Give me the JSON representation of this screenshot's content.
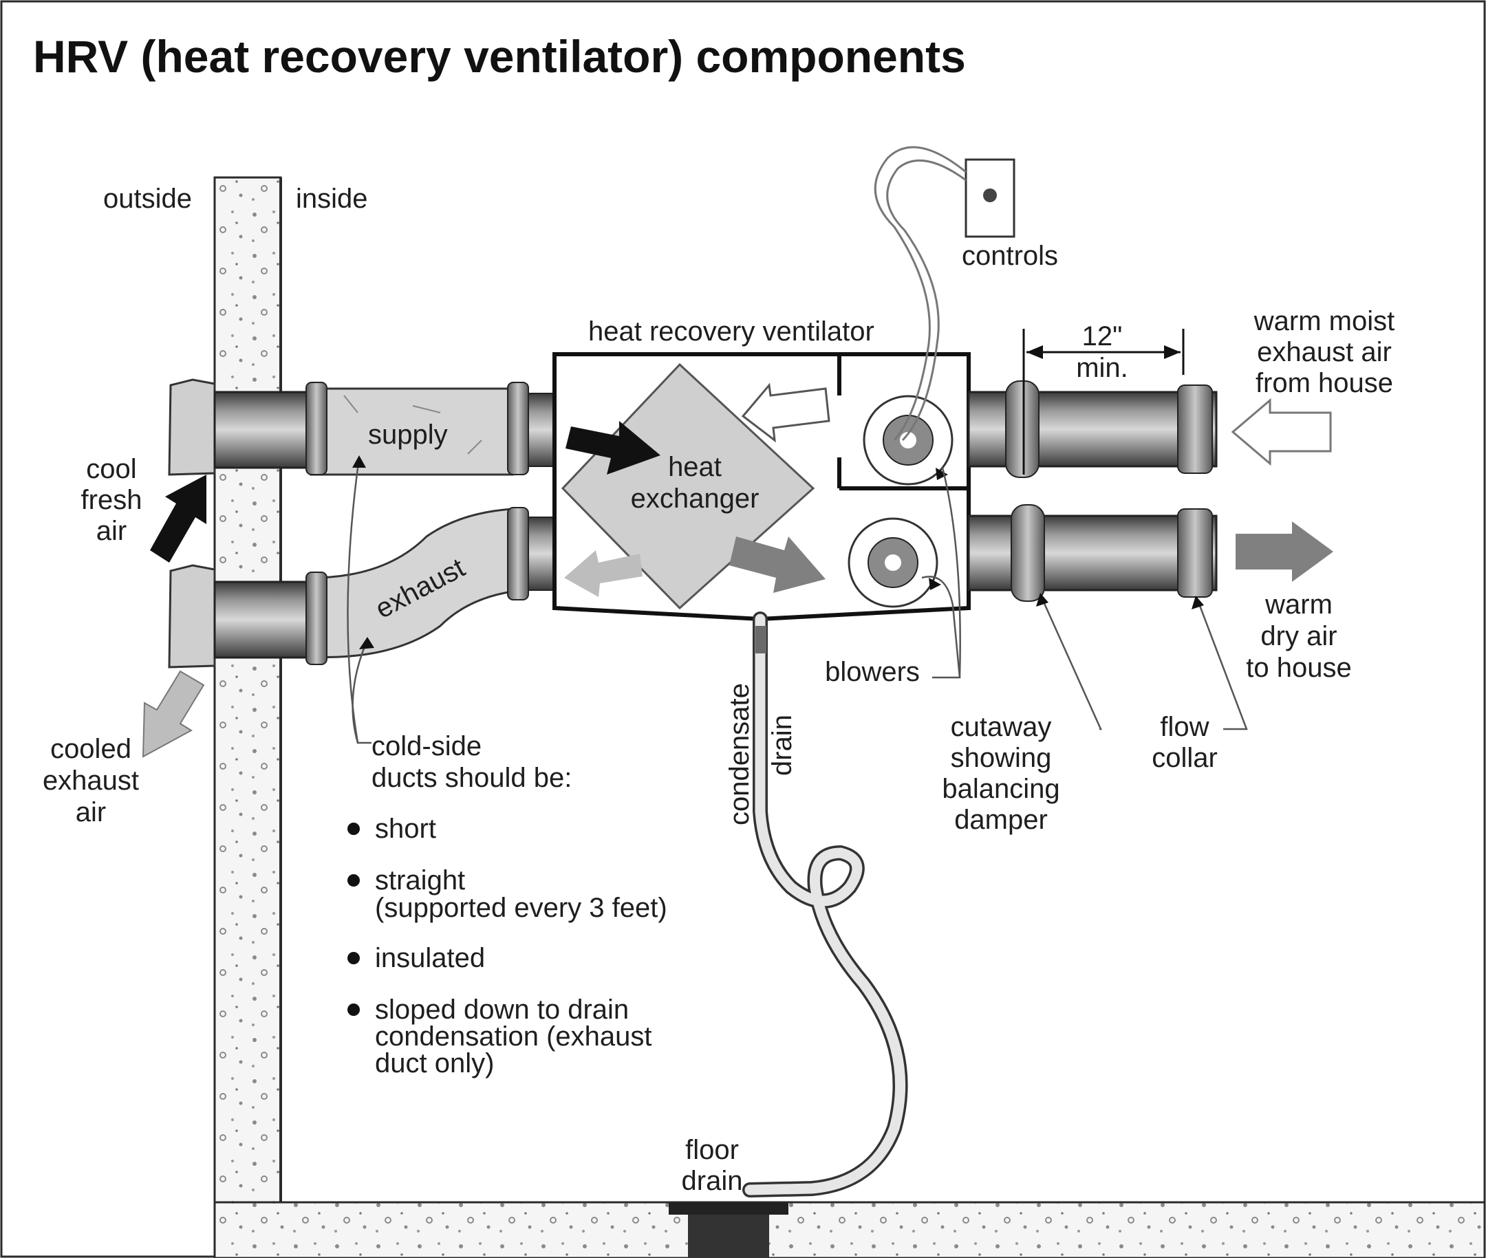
{
  "title": "HRV (heat recovery ventilator) components",
  "labels": {
    "outside": "outside",
    "inside": "inside",
    "controls": "controls",
    "hrv": "heat recovery ventilator",
    "twelve": "12\"",
    "min": "min.",
    "warm_moist": [
      "warm moist",
      "exhaust air",
      "from house"
    ],
    "supply": "supply",
    "exhaust": "exhaust",
    "heat_exchanger": [
      "heat",
      "exchanger"
    ],
    "cool_fresh": [
      "cool",
      "fresh",
      "air"
    ],
    "cooled_exhaust": [
      "cooled",
      "exhaust",
      "air"
    ],
    "warm_dry": [
      "warm",
      "dry air",
      "to house"
    ],
    "blowers": "blowers",
    "cutaway": [
      "cutaway",
      "showing",
      "balancing",
      "damper"
    ],
    "flow_collar": [
      "flow",
      "collar"
    ],
    "condensate": "condensate",
    "drain": "drain",
    "cold_side": [
      "cold-side",
      "ducts should be:"
    ],
    "bullets": [
      [
        "short"
      ],
      [
        "straight",
        "(supported every 3 feet)"
      ],
      [
        "insulated"
      ],
      [
        "sloped down to drain",
        "condensation (exhaust",
        "duct only)"
      ]
    ],
    "floor_drain": [
      "floor",
      "drain"
    ]
  },
  "colors": {
    "ink": "#1e1e1e",
    "duct_light": "#cfcfcf",
    "duct_dark": "#6a6a6a",
    "arrow_grey": "#808080",
    "arrow_light": "#b9b9b9",
    "wall": "#f2f2f2"
  }
}
